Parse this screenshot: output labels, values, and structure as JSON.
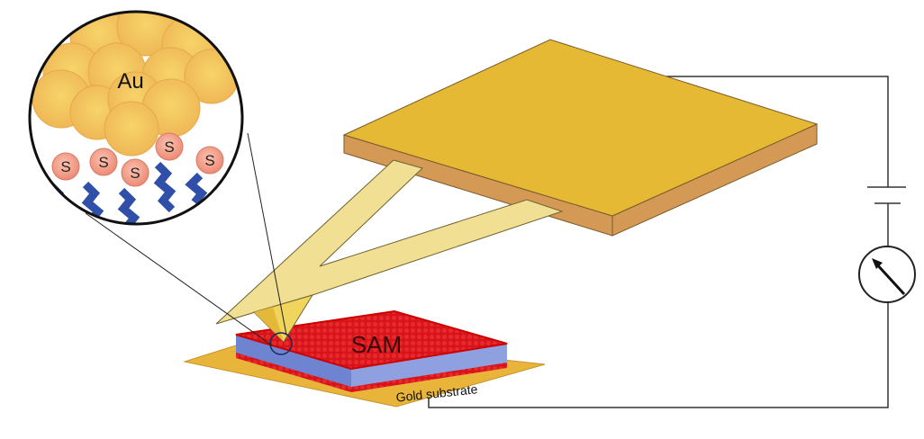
{
  "labels": {
    "inset_metal": "Au",
    "sulfur": "S",
    "monolayer": "SAM",
    "substrate": "Gold substrate"
  },
  "colors": {
    "plate_top": "#e6b935",
    "plate_side": "#d49a55",
    "cantilever": "#f1df94",
    "gold_atom": "#f3c25c",
    "sulfur_atom": "#f3a08a",
    "helix": "#2f4fa8",
    "sam": "#d8131b",
    "sam_side": "#7b8fd6",
    "substrate": "#e8b43a",
    "wire": "#333333"
  },
  "icons": [
    "ammeter-icon",
    "battery-icon"
  ]
}
